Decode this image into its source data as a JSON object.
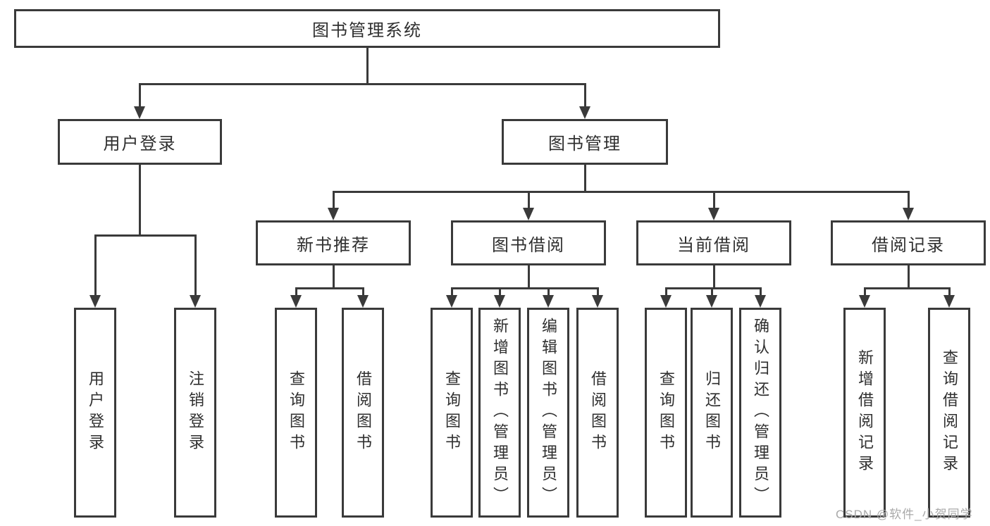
{
  "colors": {
    "line": "#3a3a3a",
    "text": "#2f2f2f",
    "box_background": "#ffffff",
    "watermark": "#a9a9a9"
  },
  "diagram": {
    "root": {
      "label": "图书管理系统"
    },
    "level2": [
      {
        "label": "用户登录",
        "parent": "图书管理系统"
      },
      {
        "label": "图书管理",
        "parent": "图书管理系统"
      }
    ],
    "level3": [
      {
        "label": "新书推荐",
        "parent": "图书管理"
      },
      {
        "label": "图书借阅",
        "parent": "图书管理"
      },
      {
        "label": "当前借阅",
        "parent": "图书管理"
      },
      {
        "label": "借阅记录",
        "parent": "图书管理"
      }
    ],
    "leaves": [
      {
        "label": "用户登录",
        "parent": "用户登录"
      },
      {
        "label": "注销登录",
        "parent": "用户登录"
      },
      {
        "label": "查询图书",
        "parent": "新书推荐"
      },
      {
        "label": "借阅图书",
        "parent": "新书推荐"
      },
      {
        "label": "查询图书",
        "parent": "图书借阅"
      },
      {
        "label": "新增图书（管理员）",
        "parent": "图书借阅"
      },
      {
        "label": "编辑图书（管理员）",
        "parent": "图书借阅"
      },
      {
        "label": "借阅图书",
        "parent": "图书借阅"
      },
      {
        "label": "查询图书",
        "parent": "当前借阅"
      },
      {
        "label": "归还图书",
        "parent": "当前借阅"
      },
      {
        "label": "确认归还（管理员）",
        "parent": "当前借阅"
      },
      {
        "label": "新增借阅记录",
        "parent": "借阅记录"
      },
      {
        "label": "查询借阅记录",
        "parent": "借阅记录"
      }
    ]
  },
  "watermark": {
    "text": "CSDN @软件_小贺同学"
  }
}
